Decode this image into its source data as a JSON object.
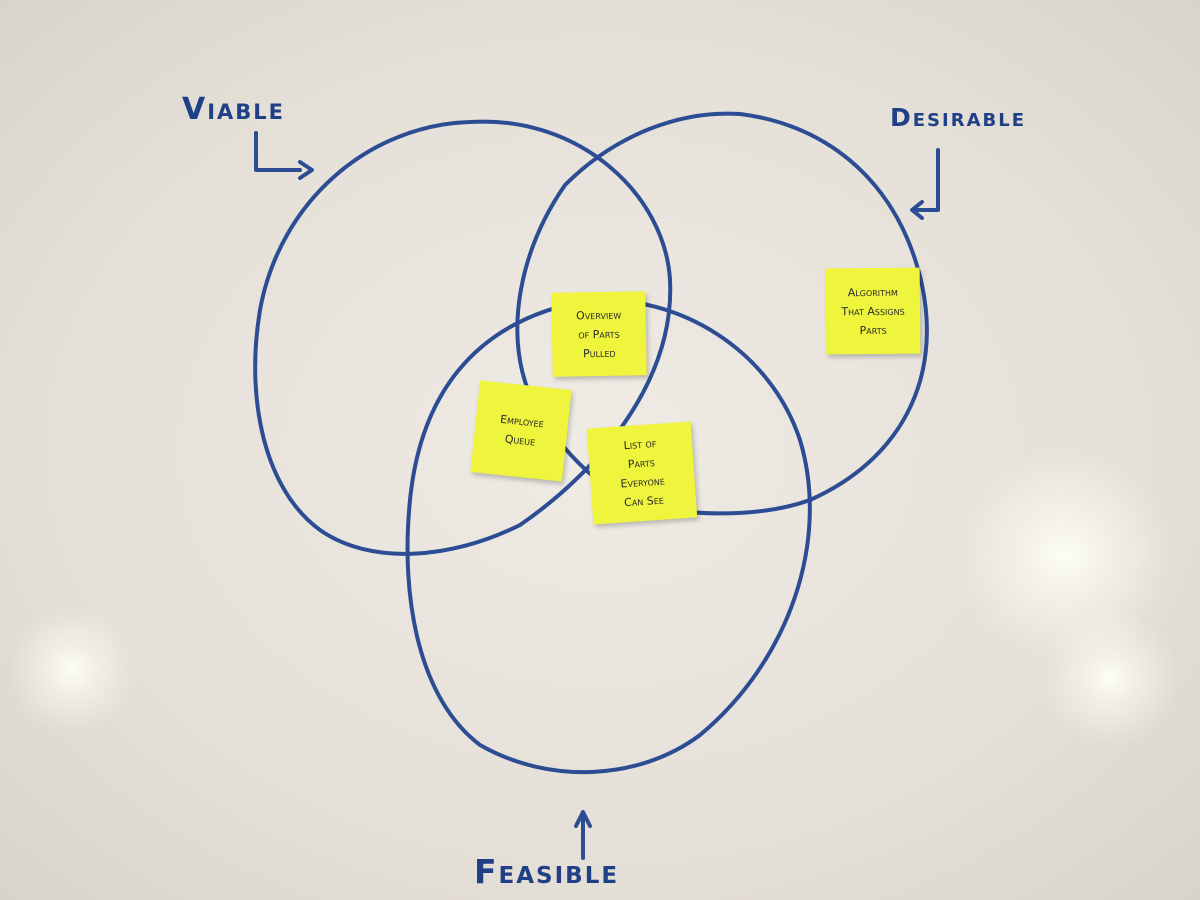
{
  "labels": {
    "viable": "Viable",
    "desirable": "Desirable",
    "feasible": "Feasible"
  },
  "notes": {
    "overview": [
      "Overview",
      "of Parts",
      "Pulled"
    ],
    "algorithm": [
      "Algorithm",
      "That Assigns",
      "Parts"
    ],
    "employee": [
      "Employee",
      "Queue"
    ],
    "list": [
      "List of",
      "Parts",
      "Everyone",
      "Can See"
    ]
  },
  "colors": {
    "marker": "#2c4d93",
    "sticky_note": "#eef53c",
    "whiteboard": "#e6e1da"
  }
}
